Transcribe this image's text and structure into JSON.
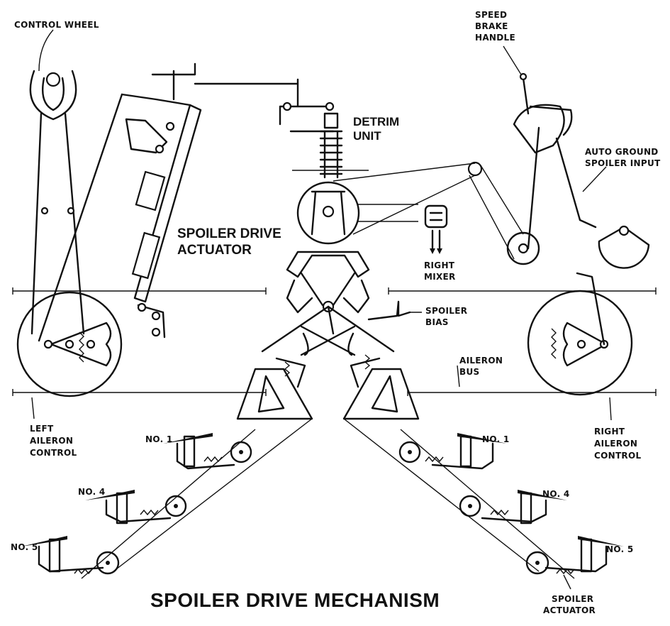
{
  "title": "SPOILER DRIVE MECHANISM",
  "labels": {
    "control_wheel": "CONTROL WHEEL",
    "speed_brake_handle": [
      "SPEED",
      "BRAKE",
      "HANDLE"
    ],
    "detrim_unit": [
      "DETRIM",
      "UNIT"
    ],
    "auto_ground_spoiler_input": [
      "AUTO GROUND",
      "SPOILER INPUT"
    ],
    "spoiler_drive_actuator": [
      "SPOILER DRIVE",
      "ACTUATOR"
    ],
    "right_mixer": [
      "RIGHT",
      "MIXER"
    ],
    "spoiler_bias": [
      "SPOILER",
      "BIAS"
    ],
    "aileron_bus": [
      "AILERON",
      "BUS"
    ],
    "left_aileron_control": [
      "LEFT",
      "AILERON",
      "CONTROL"
    ],
    "right_aileron_control": [
      "RIGHT",
      "AILERON",
      "CONTROL"
    ],
    "spoiler_actuator": [
      "SPOILER",
      "ACTUATOR"
    ],
    "no1_left": "NO. 1",
    "no1_right": "NO. 1",
    "no4_left": "NO. 4",
    "no4_right": "NO. 4",
    "no5_left": "NO. 5",
    "no5_right": "NO. 5"
  }
}
